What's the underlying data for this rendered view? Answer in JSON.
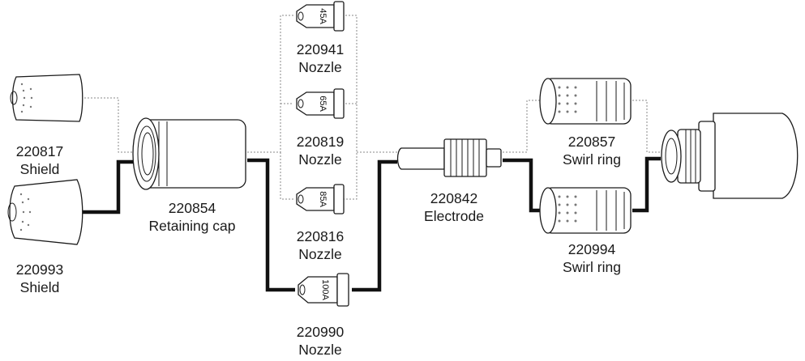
{
  "parts": {
    "shield_a": {
      "number": "220817",
      "name": "Shield"
    },
    "shield_b": {
      "number": "220993",
      "name": "Shield"
    },
    "retaining_cap": {
      "number": "220854",
      "name": "Retaining cap"
    },
    "nozzle_45": {
      "number": "220941",
      "name": "Nozzle",
      "rating": "45A"
    },
    "nozzle_65": {
      "number": "220819",
      "name": "Nozzle",
      "rating": "65A"
    },
    "nozzle_85": {
      "number": "220816",
      "name": "Nozzle",
      "rating": "85A"
    },
    "nozzle_100": {
      "number": "220990",
      "name": "Nozzle",
      "rating": "100A"
    },
    "electrode": {
      "number": "220842",
      "name": "Electrode"
    },
    "swirl_a": {
      "number": "220857",
      "name": "Swirl ring"
    },
    "swirl_b": {
      "number": "220994",
      "name": "Swirl ring"
    }
  }
}
